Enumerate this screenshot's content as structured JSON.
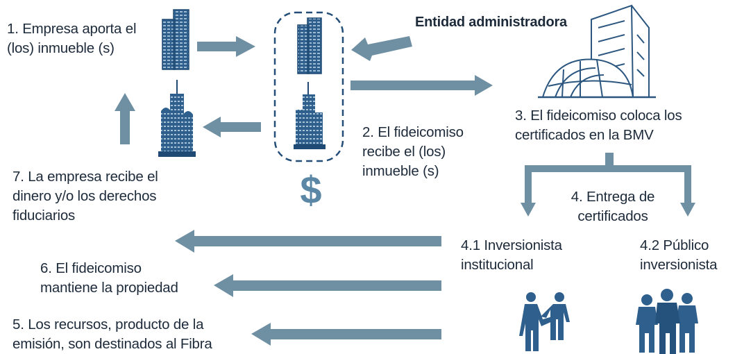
{
  "colors": {
    "arrow": "#6f8fa3",
    "building": "#2f5f8c",
    "building_dark": "#1f4a73",
    "dollar": "#5b87a6",
    "text": "#1d2a3a",
    "dashed_border": "#244e78"
  },
  "steps": {
    "step1": {
      "line1": "1. Empresa aporta el",
      "line2": "(los) inmueble (s)"
    },
    "admin": {
      "label": "Entidad administradora"
    },
    "step2": {
      "line1": "2. El fideicomiso",
      "line2": "recibe el (los)",
      "line3": "inmueble (s)"
    },
    "step3": {
      "line1": "3. El fideicomiso coloca los",
      "line2": "certificados en la BMV"
    },
    "step4": {
      "line1": "4. Entrega de",
      "line2": "certificados"
    },
    "step41": {
      "line1": "4.1 Inversionista",
      "line2": "institucional"
    },
    "step42": {
      "line1": "4.2 Público",
      "line2": "inversionista"
    },
    "step5": {
      "line1": "5. Los recursos, producto de la",
      "line2": "emisión, son destinados al Fibra"
    },
    "step6": {
      "line1": "6. El fideicomiso",
      "line2": "mantiene la propiedad"
    },
    "step7": {
      "line1": "7. La empresa recibe el",
      "line2": "dinero y/o los derechos",
      "line3": "fiduciarios"
    }
  },
  "icons": {
    "building_tower": "office-tower-icon",
    "building_skyscraper": "skyscraper-icon",
    "stock_exchange": "stock-exchange-building-icon",
    "dollar": "dollar-sign-icon",
    "handshake": "handshake-icon",
    "group": "people-group-icon"
  }
}
